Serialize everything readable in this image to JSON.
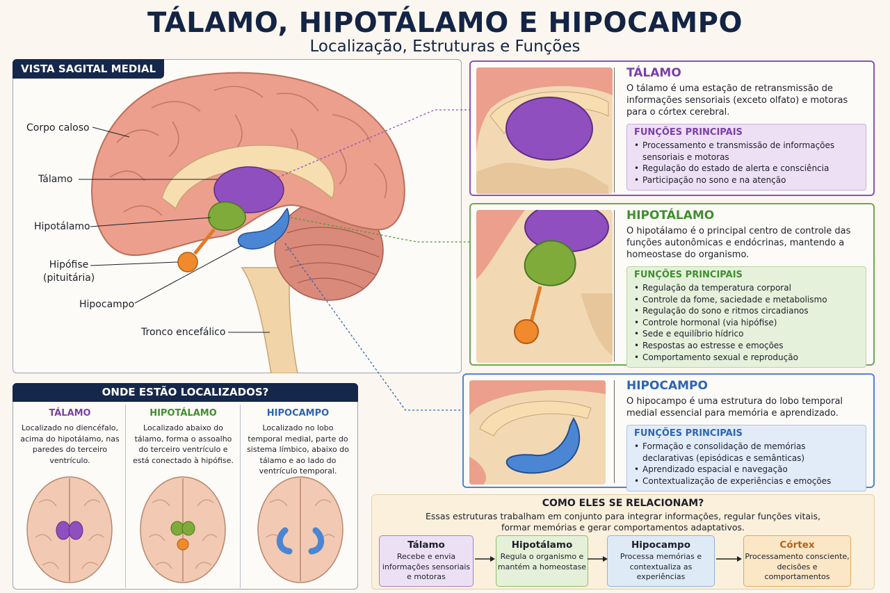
{
  "header": {
    "title": "TÁLAMO, HIPOTÁLAMO E HIPOCAMPO",
    "subtitle": "Localização, Estruturas e Funções"
  },
  "sagittal": {
    "header": "VISTA SAGITAL MEDIAL",
    "labels": {
      "corpo_caloso": "Corpo caloso",
      "talamo": "Tálamo",
      "hipotalamo": "Hipotálamo",
      "hipofise": "Hipófise",
      "hipofise_sub": "(pituitária)",
      "hipocampo": "Hipocampo",
      "tronco": "Tronco encefálico"
    }
  },
  "talamo": {
    "title": "TÁLAMO",
    "description": "O tálamo é uma estação de retransmissão de informações sensoriais (exceto olfato) e motoras para o córtex cerebral.",
    "functions_title": "FUNÇÕES PRINCIPAIS",
    "functions": [
      "Processamento e transmissão de informações sensoriais e motoras",
      "Regulação do estado de alerta e consciência",
      "Participação no sono e na atenção"
    ]
  },
  "hipotalamo": {
    "title": "HIPOTÁLAMO",
    "description": "O hipotálamo é o principal centro de controle das funções autonômicas e endócrinas, mantendo a homeostase do organismo.",
    "functions_title": "FUNÇÕES PRINCIPAIS",
    "functions": [
      "Regulação da temperatura corporal",
      "Controle da fome, saciedade e metabolismo",
      "Regulação do sono e ritmos circadianos",
      "Controle hormonal (via hipófise)",
      "Sede e equilíbrio hídrico",
      "Respostas ao estresse e emoções",
      "Comportamento sexual e reprodução"
    ]
  },
  "hipocampo": {
    "title": "HIPOCAMPO",
    "description": "O hipocampo é uma estrutura do lobo temporal medial essencial para memória e aprendizado.",
    "functions_title": "FUNÇÕES PRINCIPAIS",
    "functions": [
      "Formação e consolidação de memórias declarativas (episódicas e semânticas)",
      "Aprendizado espacial e navegação",
      "Contextualização de experiências e emoções"
    ]
  },
  "where": {
    "header": "ONDE ESTÃO LOCALIZADOS?",
    "columns": [
      {
        "title": "TÁLAMO",
        "text": "Localizado no diencéfalo, acima do hipotálamo, nas paredes do terceiro ventrículo."
      },
      {
        "title": "HIPOTÁLAMO",
        "text": "Localizado abaixo do tálamo, forma o assoalho do terceiro ventrículo e está conectado à hipófise."
      },
      {
        "title": "HIPOCAMPO",
        "text": "Localizado no lobo temporal medial, parte do sistema límbico, abaixo do tálamo e ao lado do ventrículo temporal."
      }
    ]
  },
  "relation": {
    "title": "COMO ELES SE RELACIONAM?",
    "description": "Essas estruturas trabalham em conjunto para integrar informações, regular funções vitais, formar memórias e gerar comportamentos adaptativos.",
    "boxes": [
      {
        "title": "Tálamo",
        "text": "Recebe e envia informações sensoriais e motoras"
      },
      {
        "title": "Hipotálamo",
        "text": "Regula o organismo e mantém a homeostase"
      },
      {
        "title": "Hipocampo",
        "text": "Processa memórias e contextualiza as experiências"
      },
      {
        "title": "Córtex",
        "text": "Processamento consciente, decisões e comportamentos"
      }
    ]
  },
  "colors": {
    "talamo": "#7b3fa8",
    "hipotalamo": "#3f8f2e",
    "hipocampo": "#2d64b4",
    "cortex": "#b3621a",
    "navy": "#15274a"
  }
}
